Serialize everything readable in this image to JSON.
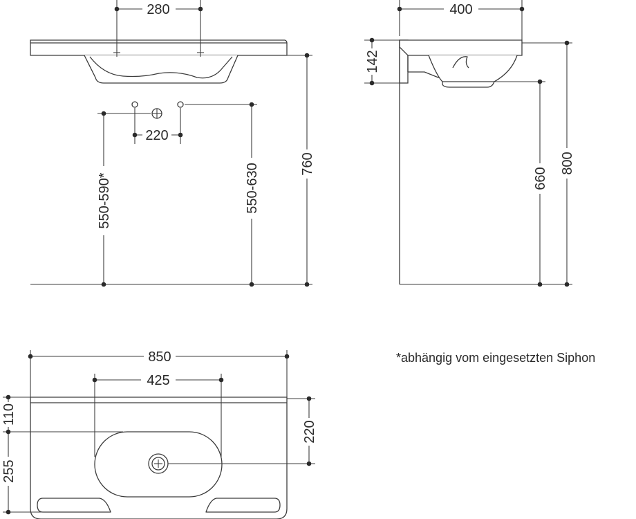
{
  "dimensions": {
    "front_tap_spacing": "280",
    "side_depth": "400",
    "side_thickness": "142",
    "outlet_spacing": "220",
    "siphon_height": "550-590*",
    "supply_height": "550-630",
    "rim_height": "760",
    "side_under_height": "660",
    "side_total_height": "800",
    "plan_width": "850",
    "plan_bowl_width": "425",
    "plan_front_edge": "110",
    "plan_bowl_depth": "255",
    "plan_drain_depth": "220"
  },
  "footnote": "*abhängig vom eingesetzten Siphon"
}
